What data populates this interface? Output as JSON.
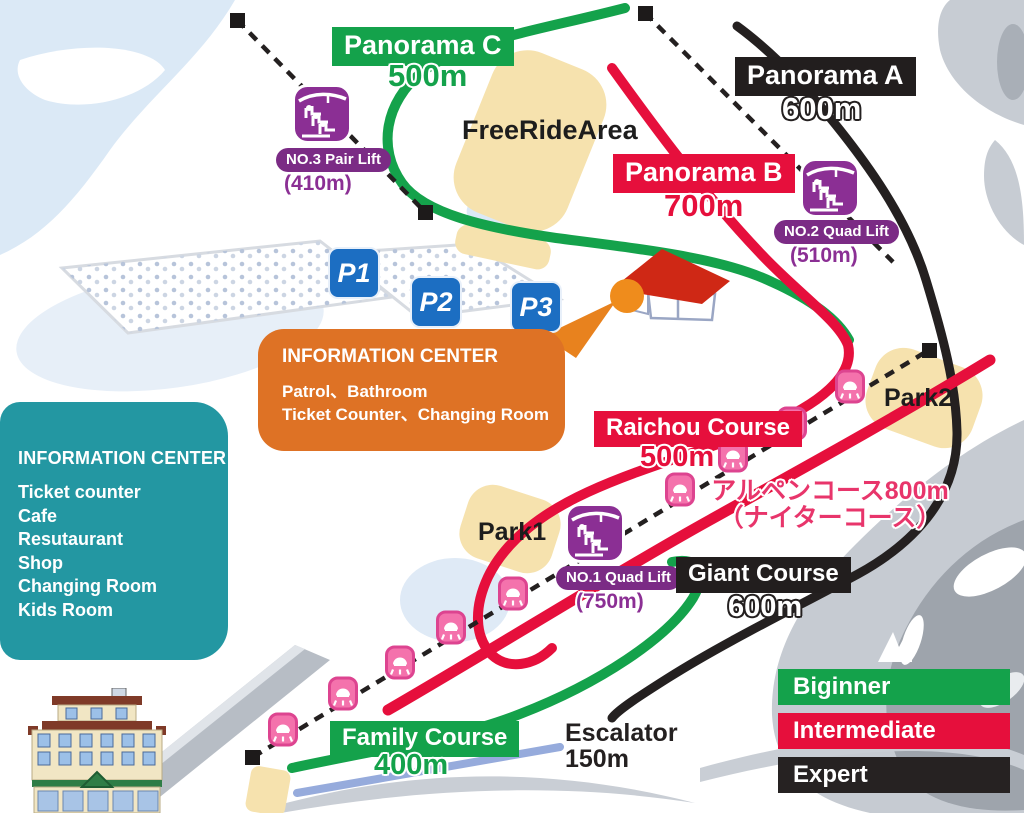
{
  "colors": {
    "beginner_green": "#14a24b",
    "intermediate_red": "#e60f3c",
    "expert_black": "#221e1e",
    "lift_purple": "#8b2f94",
    "lift_label_purple": "#7b2b85",
    "night_lamp_pink": "#f472ac",
    "night_course_text_pink": "#e8356b",
    "callout_orange": "#de7225",
    "panel_teal": "#2397a2",
    "parking_blue": "#1c6ec2",
    "escalator_blue": "#96abdc"
  },
  "courses": [
    {
      "id": "panorama-c",
      "label": "Panorama C",
      "distance": "500m",
      "level": "beginner"
    },
    {
      "id": "panorama-a",
      "label": "Panorama A",
      "distance": "600m",
      "level": "expert"
    },
    {
      "id": "panorama-b",
      "label": "Panorama B",
      "distance": "700m",
      "level": "intermediate"
    },
    {
      "id": "raichou",
      "label": "Raichou Course",
      "distance": "500m",
      "level": "intermediate"
    },
    {
      "id": "giant",
      "label": "Giant Course",
      "distance": "600m",
      "level": "expert"
    },
    {
      "id": "family",
      "label": "Family Course",
      "distance": "400m",
      "level": "beginner"
    },
    {
      "id": "alpen-night",
      "label": "アルペンコース800m",
      "sublabel": "（ナイターコース）",
      "level": "intermediate"
    },
    {
      "id": "escalator",
      "label": "Escalator",
      "distance": "150m"
    }
  ],
  "lifts": [
    {
      "id": "no3",
      "label": "NO.3 Pair Lift",
      "distance": "(410m)"
    },
    {
      "id": "no2",
      "label": "NO.2 Quad Lift",
      "distance": "(510m)"
    },
    {
      "id": "no1",
      "label": "NO.1 Quad Lift",
      "distance": "(750m)"
    }
  ],
  "areas": {
    "free_ride_area": "FreeRideArea",
    "park1": "Park1",
    "park2": "Park2"
  },
  "parking_labels": [
    "P1",
    "P2",
    "P3"
  ],
  "info_callout": {
    "title": "INFORMATION CENTER",
    "lines": [
      "Patrol、Bathroom",
      "Ticket Counter、Changing Room"
    ]
  },
  "info_panel": {
    "title": "INFORMATION CENTER",
    "items": [
      "Ticket counter",
      "Cafe",
      "Resutaurant",
      "Shop",
      "Changing Room",
      "Kids Room"
    ]
  },
  "legend": {
    "items": [
      {
        "label": "Biginner",
        "level": "beginner"
      },
      {
        "label": "Intermediate",
        "level": "intermediate"
      },
      {
        "label": "Expert",
        "level": "expert"
      }
    ]
  }
}
